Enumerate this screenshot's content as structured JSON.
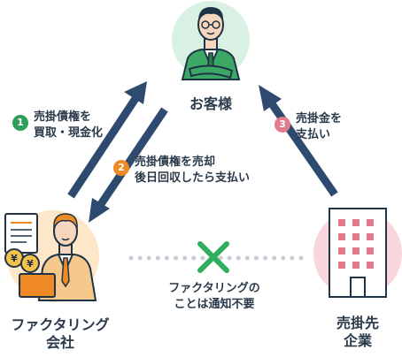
{
  "nodes": {
    "customer": {
      "title": "お客様"
    },
    "factoring": {
      "title_line1": "ファクタリング",
      "title_line2": "会社"
    },
    "payer": {
      "title_line1": "売掛先",
      "title_line2": "企業"
    }
  },
  "steps": [
    {
      "number": "1",
      "line1": "売掛債権を",
      "line2": "買取・現金化",
      "color": "#2e9e5b"
    },
    {
      "number": "2",
      "line1": "売掛債権を売却",
      "line2": "後日回収したら支払い",
      "color": "#f08a24"
    },
    {
      "number": "3",
      "line1": "売掛金を",
      "line2": "支払い",
      "color": "#e07a8c"
    }
  ],
  "no_notice": {
    "line1": "ファクタリングの",
    "line2": "ことは通知不要"
  },
  "colors": {
    "arrow": "#2e4a6e",
    "customer_circle": "#d9f1e2",
    "factoring_circle": "#fde7c8",
    "payer_circle": "#f9d6dc",
    "cross": "#2fae5e",
    "dots": "#c8ced6"
  }
}
